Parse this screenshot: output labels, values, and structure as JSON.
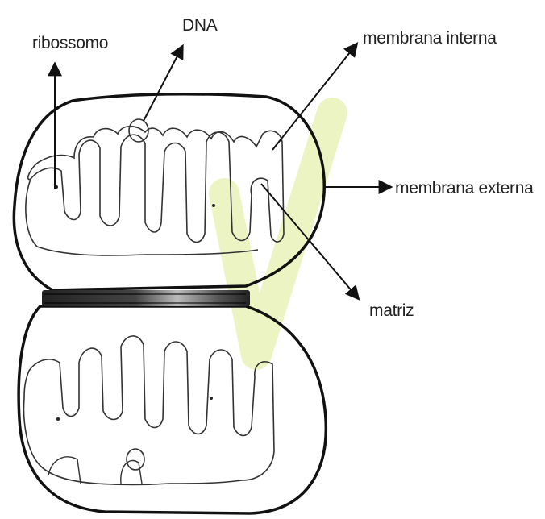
{
  "labels": {
    "ribossomo": "ribossomo",
    "dna": "DNA",
    "membrana_interna": "membrana interna",
    "membrana_externa": "membrana externa",
    "matriz": "matriz"
  },
  "colors": {
    "outline": "#111111",
    "inner_membrane": "#333333",
    "watermark": "#e6f0b0",
    "text": "#222222"
  }
}
